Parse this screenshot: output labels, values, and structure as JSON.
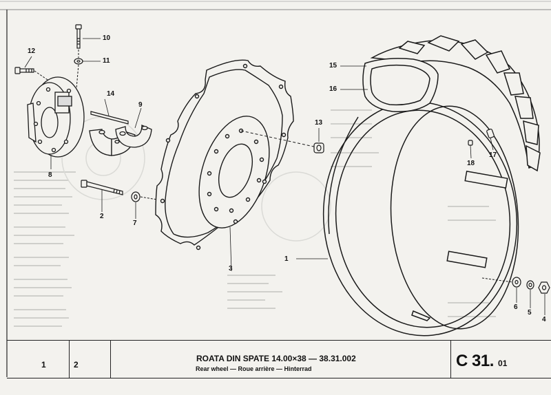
{
  "document": {
    "title_main": "ROATA DIN SPATE 14.00×38 — 38.31.002",
    "title_sub": "Rear wheel — Roue arrière — Hinterrad",
    "sheet_code": "C 31.",
    "sheet_code_sub": "01",
    "column_numbers": [
      "1",
      "2"
    ]
  },
  "callouts": [
    "1",
    "2",
    "3",
    "4",
    "5",
    "6",
    "7",
    "8",
    "9",
    "10",
    "11",
    "12",
    "13",
    "14",
    "15",
    "16",
    "17",
    "18"
  ],
  "colors": {
    "ink": "#1a1a1a",
    "paper": "#f3f2ee",
    "ghost": "#c9c9c6"
  }
}
